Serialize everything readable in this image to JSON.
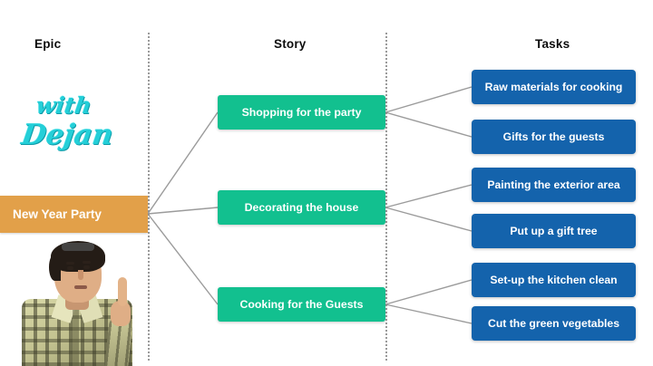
{
  "slide": {
    "background_color": "#ffffff",
    "columns": [
      {
        "id": "epic",
        "label": "Epic"
      },
      {
        "id": "story",
        "label": "Story"
      },
      {
        "id": "tasks",
        "label": "Tasks"
      }
    ],
    "brand": {
      "line1": "with",
      "line2": "Dejan",
      "color": "#24cfd8"
    },
    "presenter": {
      "alt": "presenter-photo-man-pointing-up"
    },
    "epic": {
      "label": "New Year Party",
      "color": "#e2a049",
      "text_color": "#ffffff"
    },
    "stories": [
      {
        "id": "story-1",
        "label": "Shopping for the party",
        "color": "#12c08f"
      },
      {
        "id": "story-2",
        "label": "Decorating the house",
        "color": "#12c08f"
      },
      {
        "id": "story-3",
        "label": "Cooking for the Guests",
        "color": "#12c08f"
      }
    ],
    "tasks": [
      {
        "id": "task-1",
        "label": "Raw materials for cooking",
        "color": "#1463ac",
        "parent": "story-1"
      },
      {
        "id": "task-2",
        "label": "Gifts for the guests",
        "color": "#1463ac",
        "parent": "story-1"
      },
      {
        "id": "task-3",
        "label": "Painting the exterior area",
        "color": "#1463ac",
        "parent": "story-2"
      },
      {
        "id": "task-4",
        "label": "Put up a gift tree",
        "color": "#1463ac",
        "parent": "story-2"
      },
      {
        "id": "task-5",
        "label": "Set-up the kitchen clean",
        "color": "#1463ac",
        "parent": "story-3"
      },
      {
        "id": "task-6",
        "label": "Cut the green vegetables",
        "color": "#1463ac",
        "parent": "story-3"
      }
    ],
    "connector_color": "#9b9b9b",
    "divider_color": "#9a9a9a"
  }
}
